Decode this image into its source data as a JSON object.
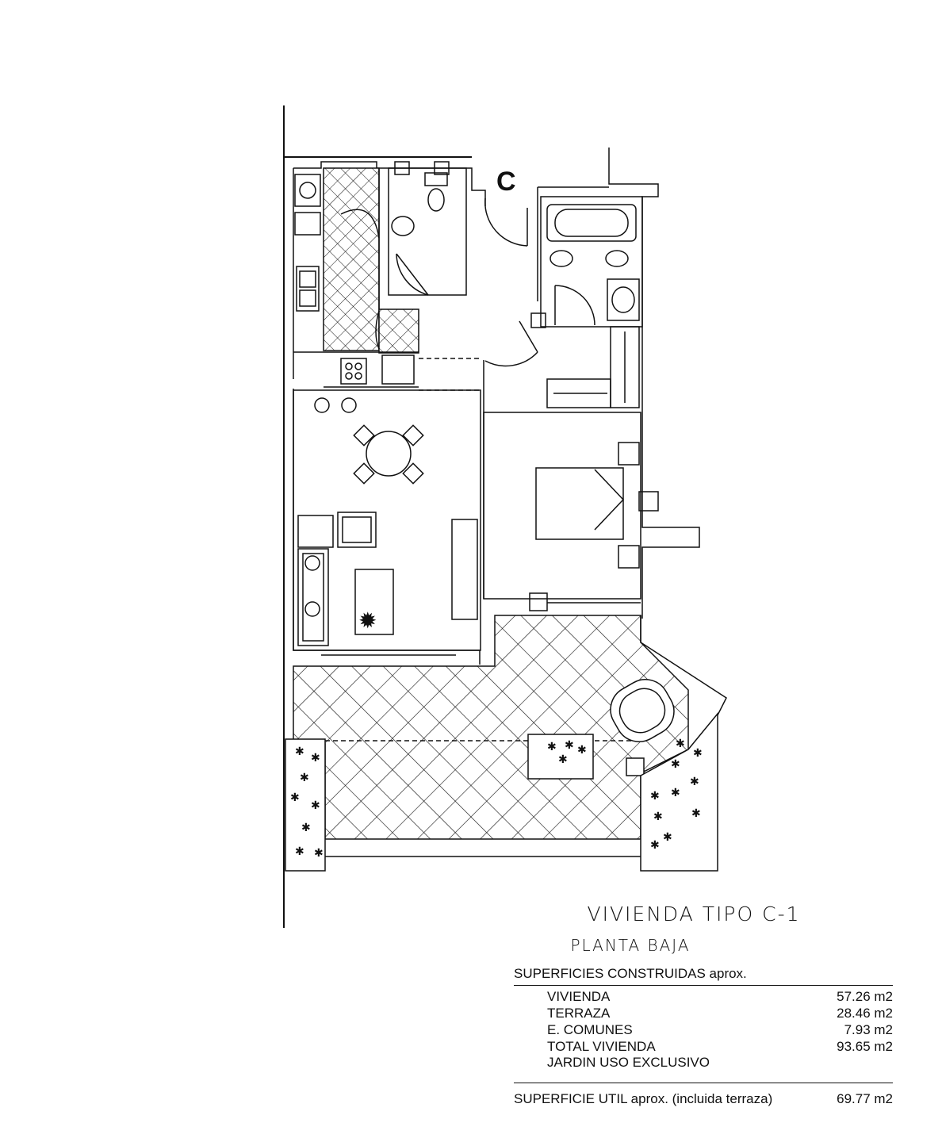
{
  "plan": {
    "unit_label": "C"
  },
  "titles": {
    "main": "VIVIENDA TIPO C-1",
    "sub": "PLANTA BAJA"
  },
  "surfaces": {
    "header": "SUPERFICIES CONSTRUIDAS aprox.",
    "rows": [
      {
        "label": "VIVIENDA",
        "value": "57.26 m2"
      },
      {
        "label": "TERRAZA",
        "value": "28.46 m2"
      },
      {
        "label": "E. COMUNES",
        "value": "7.93 m2"
      },
      {
        "label": "TOTAL VIVIENDA",
        "value": "93.65 m2"
      },
      {
        "label": "JARDIN USO EXCLUSIVO",
        "value": ""
      }
    ],
    "util_label": "SUPERFICIE UTIL aprox. (incluida terraza)",
    "util_value": "69.77 m2"
  },
  "colors": {
    "line": "#111111",
    "background": "#ffffff"
  }
}
